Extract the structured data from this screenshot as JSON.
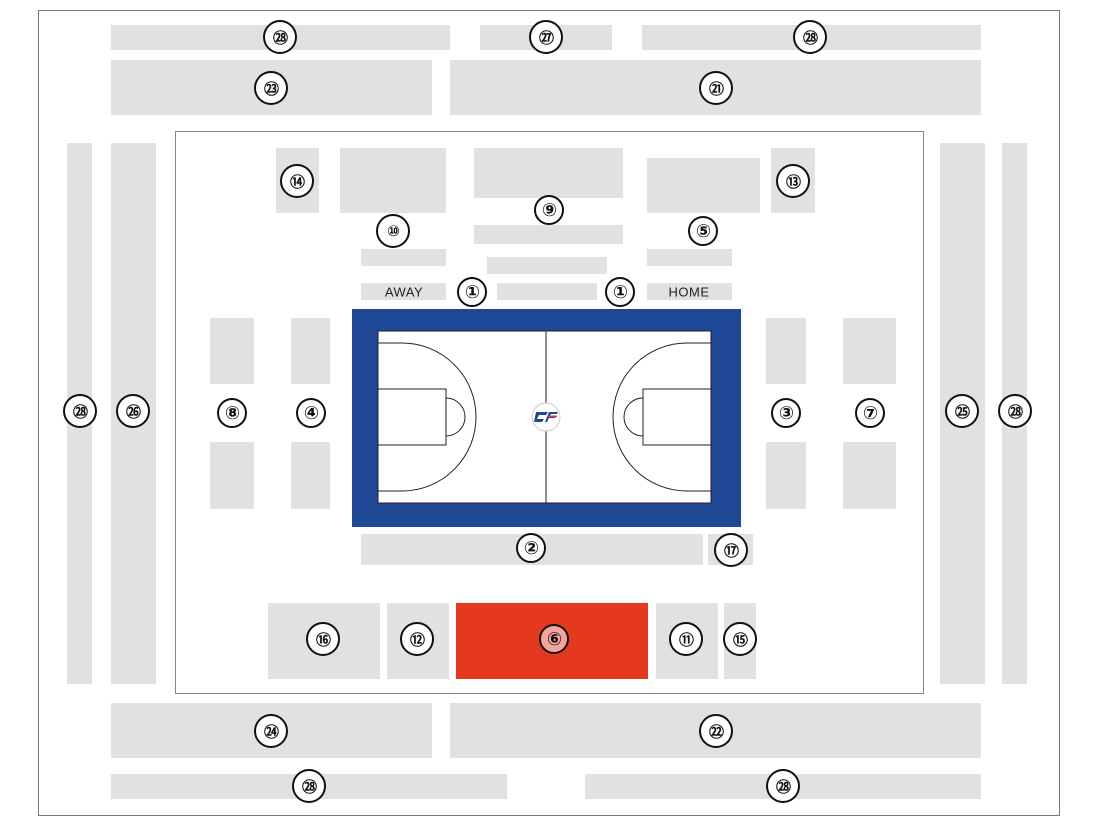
{
  "colors": {
    "frame": "#777777",
    "section_block": "#e1e1e1",
    "selected_block": "#e4391e",
    "selected_number_fill": "#f4a49b",
    "court_border": "#1e4796",
    "court_floor": "#ffffff",
    "court_lines": "#222222"
  },
  "court": {
    "logo": "court-center-logo"
  },
  "labels": {
    "away": "AWAY",
    "home": "HOME"
  },
  "selected_section": "⑥",
  "sections": {
    "s28_top_left": "㉘",
    "s27_top": "㉗",
    "s28_top_right": "㉘",
    "s23": "㉓",
    "s21": "㉑",
    "s28_left": "㉘",
    "s26": "㉖",
    "s25": "㉕",
    "s28_right": "㉘",
    "s14": "⑭",
    "s13": "⑬",
    "s9": "⑨",
    "s10": "⑩",
    "s5": "⑤",
    "s1_away": "①",
    "s1_home": "①",
    "s8": "⑧",
    "s4": "④",
    "s3": "③",
    "s7": "⑦",
    "s2": "②",
    "s17": "⑰",
    "s16": "⑯",
    "s12": "⑫",
    "s6": "⑥",
    "s11": "⑪",
    "s15": "⑮",
    "s24": "㉔",
    "s22": "㉒",
    "s28_bottom_left": "㉘",
    "s28_bottom_right": "㉘"
  }
}
